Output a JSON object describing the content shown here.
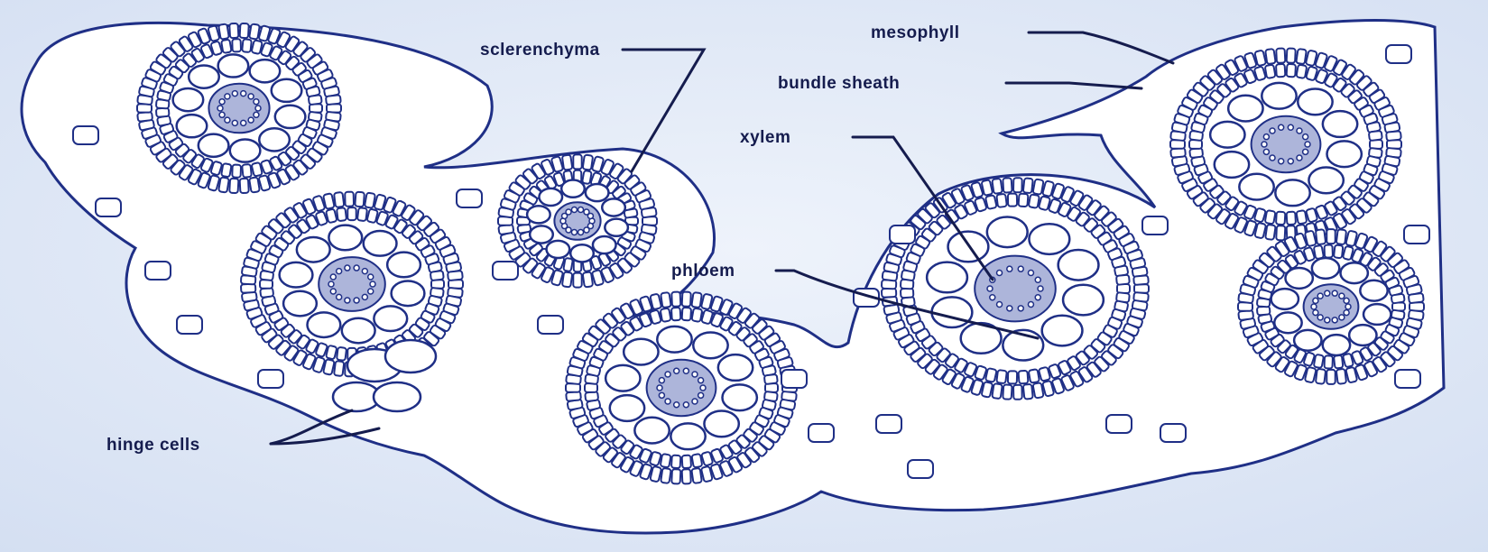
{
  "colors": {
    "background": "#e4ecf8",
    "cell_stroke": "#1f2f86",
    "cell_fill": "#ffffff",
    "dense_tissue": "#6a78bc",
    "label_text": "#151c4e",
    "leader_line": "#151c4e"
  },
  "labels": {
    "sclerenchyma": "sclerenchyma",
    "mesophyll": "mesophyll",
    "bundle_sheath": "bundle sheath",
    "xylem": "xylem",
    "phloem": "phloem",
    "hinge_cells": "hinge cells"
  }
}
